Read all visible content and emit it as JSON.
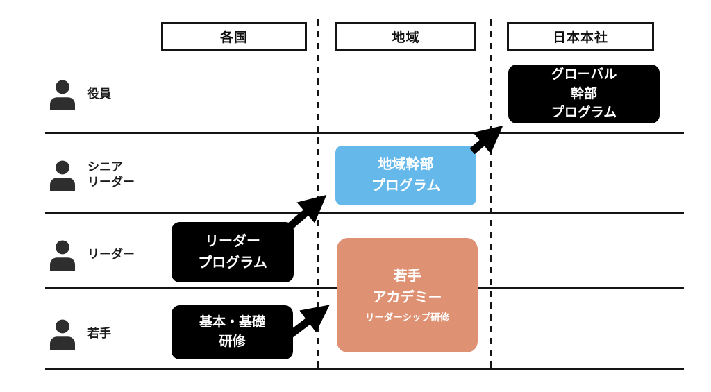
{
  "diagram": {
    "title": "training-program-progression-map",
    "columns": [
      {
        "id": "countries",
        "label": "各国"
      },
      {
        "id": "region",
        "label": "地域"
      },
      {
        "id": "japan-hq",
        "label": "日本本社"
      }
    ],
    "rows": [
      {
        "id": "executives",
        "label": "役員"
      },
      {
        "id": "senior-leader",
        "label": "シニア\nリーダー"
      },
      {
        "id": "leader",
        "label": "リーダー"
      },
      {
        "id": "young",
        "label": "若手"
      }
    ],
    "programs": {
      "global_exec": {
        "label": "グローバル\n幹部\nプログラム"
      },
      "regional_exec": {
        "label": "地域幹部\nプログラム"
      },
      "leader": {
        "label": "リーダー\nプログラム"
      },
      "youth_academy": {
        "label": "若手\nアカデミー",
        "sublabel": "リーダーシップ研修"
      },
      "basic": {
        "label": "基本・基礎\n研修"
      }
    },
    "arrows": [
      {
        "from": "leader",
        "to": "regional_exec"
      },
      {
        "from": "regional_exec",
        "to": "global_exec"
      },
      {
        "from": "basic",
        "to": "youth_academy"
      }
    ]
  },
  "colors": {
    "box_black": "#000000",
    "box_blue": "#64B8EA",
    "box_salmon": "#DF9173",
    "line": "#141414",
    "icon": "#2E2E2E"
  }
}
